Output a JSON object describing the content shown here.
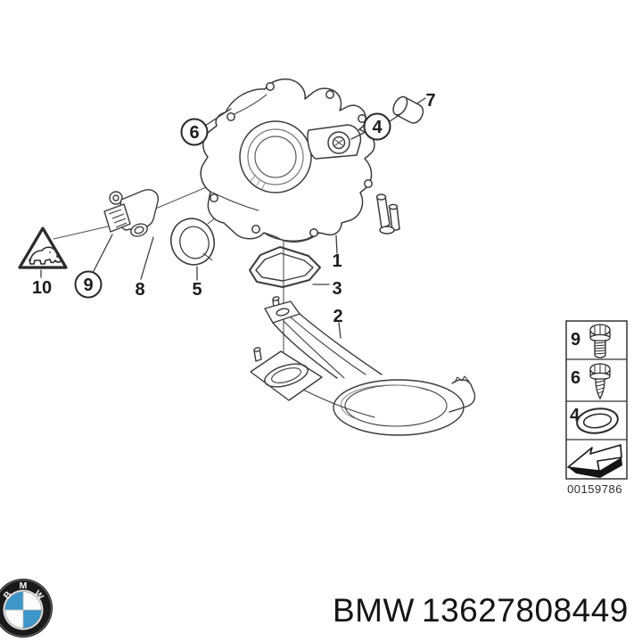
{
  "colors": {
    "background": "#ffffff",
    "line": "#3c3c3c",
    "text": "#141414",
    "bmw_blue": "#3d96c7",
    "roundel_ring": "#1a1a1a"
  },
  "diagram": {
    "callouts": [
      {
        "label": "1",
        "circled": false
      },
      {
        "label": "2",
        "circled": false
      },
      {
        "label": "3",
        "circled": false
      },
      {
        "label": "4",
        "circled": true
      },
      {
        "label": "5",
        "circled": false
      },
      {
        "label": "6",
        "circled": true
      },
      {
        "label": "7",
        "circled": false
      },
      {
        "label": "8",
        "circled": false
      },
      {
        "label": "9",
        "circled": true
      },
      {
        "label": "10",
        "circled": false
      }
    ],
    "warning_symbol": "elephant-warning-icon"
  },
  "legend": {
    "rows": [
      {
        "label": "9",
        "icon": "flange-bolt-icon"
      },
      {
        "label": "6",
        "icon": "tapping-screw-icon"
      },
      {
        "label": "4",
        "icon": "o-ring-icon"
      },
      {
        "label": "",
        "icon": "direction-arrow-icon"
      }
    ],
    "image_code": "00159786"
  },
  "footer": {
    "brand": "BMW",
    "part_number": "13627808449",
    "logo_letters": [
      "B",
      "M",
      "W"
    ]
  }
}
